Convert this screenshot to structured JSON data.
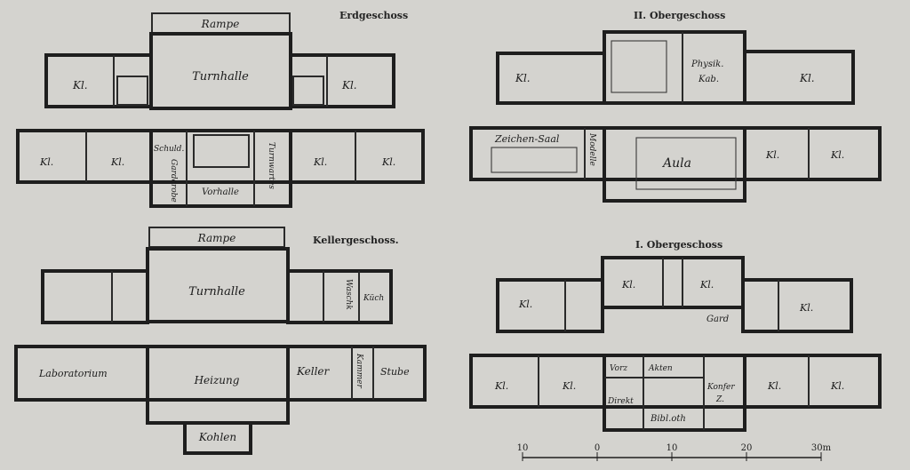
{
  "plans": {
    "erdgeschoss": {
      "title": "Erdgeschoss",
      "rampe": "Rampe",
      "turnhalle": "Turnhalle",
      "kl": "Kl.",
      "schuldiener": "Schuld.",
      "garderobe": "Garderobe",
      "vorhalle": "Vorhalle",
      "turnwart": "Turnwartes"
    },
    "obergeschoss_2": {
      "title": "II. Obergeschoss",
      "kl": "Kl.",
      "physik": "Physik.",
      "kab": "Kab.",
      "zeichensaal": "Zeichen-Saal",
      "modelle": "Modelle",
      "aula": "Aula"
    },
    "kellergeschoss": {
      "title": "Kellergeschoss.",
      "rampe": "Rampe",
      "turnhalle": "Turnhalle",
      "laboratorium": "Laboratorium",
      "heizung": "Heizung",
      "keller": "Keller",
      "kammer": "Kammer",
      "stube": "Stube",
      "waschk": "Waschk",
      "kuche": "Küch",
      "kohlen": "Kohlen"
    },
    "obergeschoss_1": {
      "title": "I. Obergeschoss",
      "kl": "Kl.",
      "gard": "Gard",
      "vorz": "Vorz",
      "akten": "Akten",
      "direkt": "Direkt",
      "bibliothek": "Bibl.oth",
      "konfer": "Konfer",
      "z": "Z."
    }
  },
  "scale": {
    "labels": [
      "10",
      "0",
      "10",
      "20",
      "30m"
    ]
  }
}
